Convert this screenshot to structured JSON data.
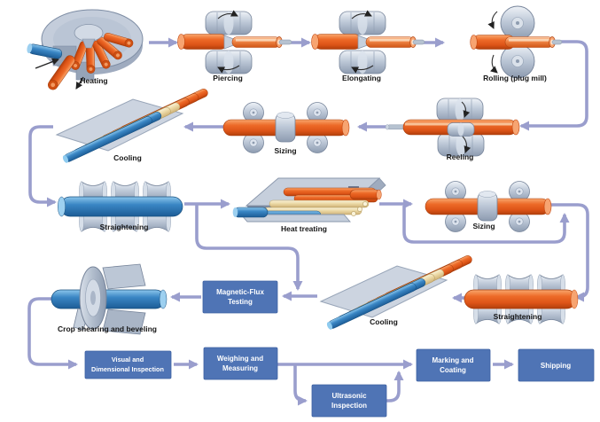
{
  "diagram": {
    "background_color": "#ffffff",
    "connector_color": "#9a9ecd",
    "box_color": "#4f74b5",
    "box_text_color": "#ffffff",
    "pipe_colors": {
      "orange": "#ed6a28",
      "blue": "#3a86c4",
      "cream": "#ecd9a6"
    },
    "stages": {
      "heating": "Heating",
      "piercing": "Piercing",
      "elongating": "Elongating",
      "rolling_plug_mill": "Rolling (plug mill)",
      "reeling": "Reeling",
      "sizing_a": "Sizing",
      "cooling_a": "Cooling",
      "straightening_a": "Straightening",
      "heat_treating": "Heat treating",
      "sizing_b": "Sizing",
      "straightening_b": "Straightening",
      "cooling_b": "Cooling",
      "crop_shearing": "Crop shearing and beveling"
    },
    "process_boxes": {
      "magnetic_flux": {
        "line1": "Magnetic-Flux",
        "line2": "Testing"
      },
      "visual": {
        "line1": "Visual and",
        "line2": "Dimensional Inspection"
      },
      "weighing": {
        "line1": "Weighing and",
        "line2": "Measuring"
      },
      "ultrasonic": {
        "line1": "Ultrasonic",
        "line2": "Inspection"
      },
      "marking": {
        "line1": "Marking and",
        "line2": "Coating"
      },
      "shipping": {
        "label": "Shipping"
      }
    }
  }
}
